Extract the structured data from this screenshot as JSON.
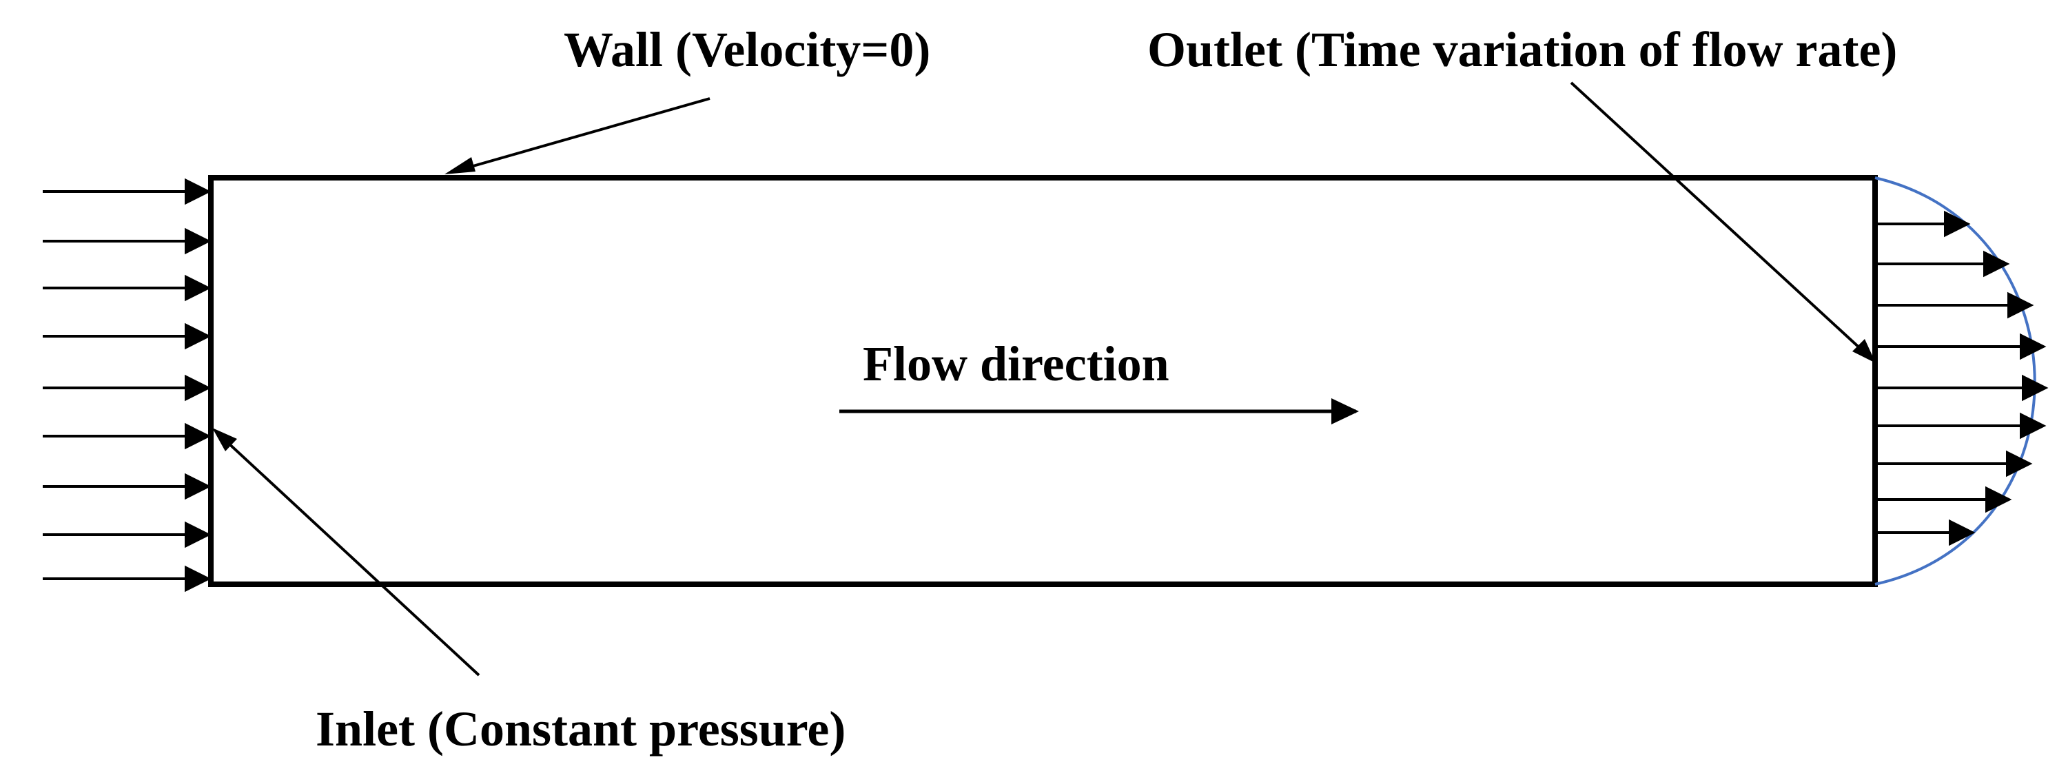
{
  "labels": {
    "wall": "Wall (Velocity=0)",
    "outlet": "Outlet (Time variation of flow rate)",
    "flow": "Flow direction",
    "inlet": "Inlet (Constant pressure)"
  },
  "colors": {
    "stroke": "#000000",
    "profile": "#4472C4",
    "background": "#ffffff"
  }
}
